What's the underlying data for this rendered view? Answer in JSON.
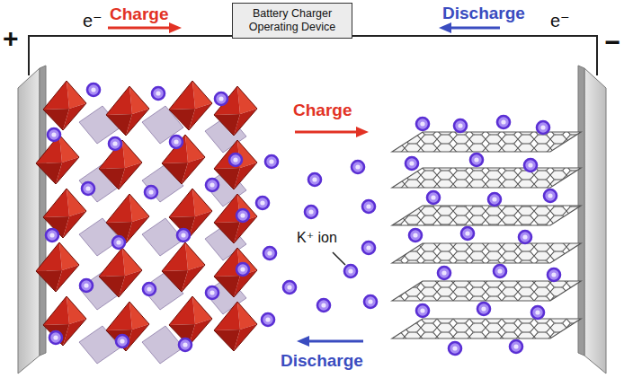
{
  "diagram": {
    "nodes": [
      {
        "text": [
          "Battery Charger Operating Device"
        ]
      }
    ],
    "labels": [
      "+",
      "e⁻",
      "Charge",
      "Discharge",
      "e⁻",
      "−",
      "Charge",
      "K⁺ ion",
      "Discharge"
    ]
  }
}
